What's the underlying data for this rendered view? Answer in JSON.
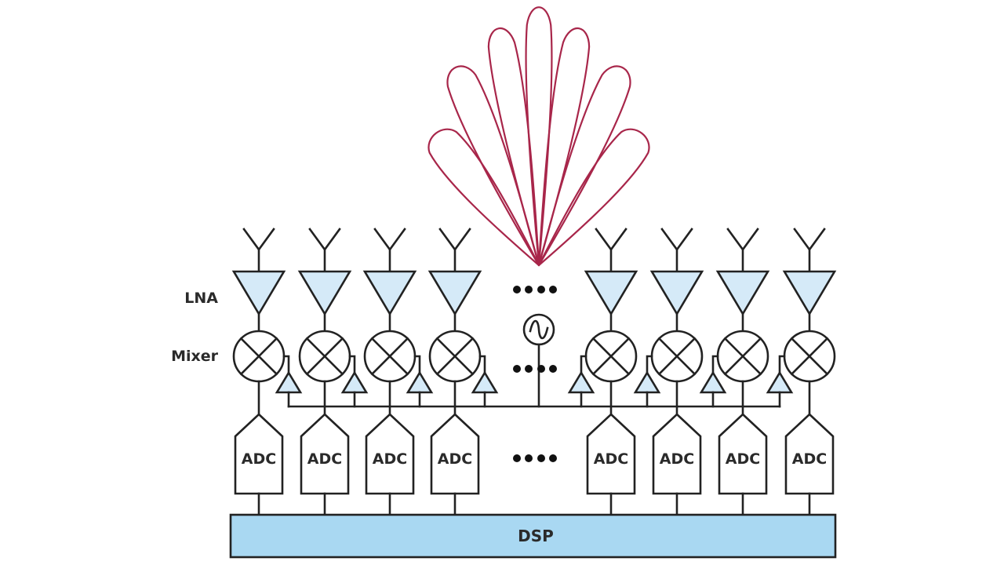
{
  "diagram": {
    "title": "Digital beamforming receiver array",
    "labels": {
      "lna": "LNA",
      "mixer": "Mixer",
      "dsp": "DSP",
      "adc": "ADC"
    },
    "colors": {
      "line": "#222222",
      "lna_fill": "#d5eaf8",
      "dsp_fill": "#a9d8f2",
      "beam": "#a8264a"
    },
    "channels": [
      {
        "id": 1,
        "side": "left",
        "adc_label": "ADC"
      },
      {
        "id": 2,
        "side": "left",
        "adc_label": "ADC"
      },
      {
        "id": 3,
        "side": "left",
        "adc_label": "ADC"
      },
      {
        "id": 4,
        "side": "left",
        "adc_label": "ADC"
      },
      {
        "id": 5,
        "side": "right",
        "adc_label": "ADC"
      },
      {
        "id": 6,
        "side": "right",
        "adc_label": "ADC"
      },
      {
        "id": 7,
        "side": "right",
        "adc_label": "ADC"
      },
      {
        "id": 8,
        "side": "right",
        "adc_label": "ADC"
      }
    ],
    "beam_pattern": {
      "lobe_count": 7,
      "lobe_steer_angles_deg": [
        -38,
        -22.7,
        -9.6,
        0,
        9.6,
        22.7,
        38
      ]
    },
    "ellipsis_rows": 3,
    "local_oscillator": "sine-source"
  }
}
